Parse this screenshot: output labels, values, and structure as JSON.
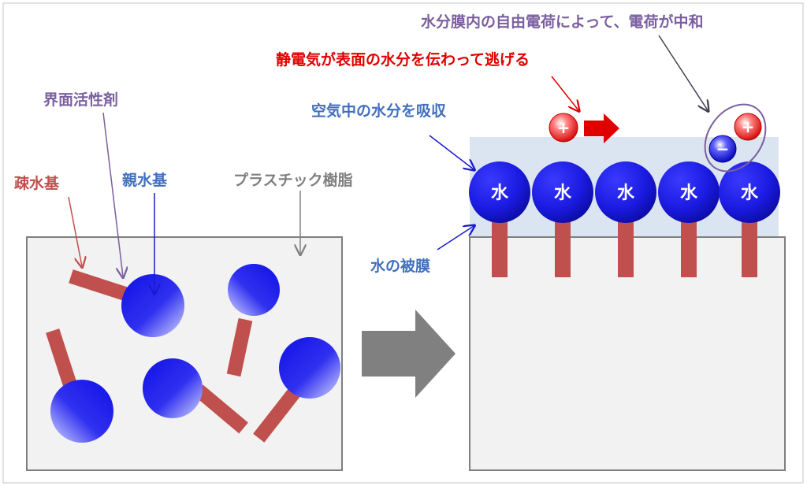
{
  "labels": {
    "surfactant": "界面活性剤",
    "hydrophobic": "疎水基",
    "hydrophilic": "親水基",
    "plastic_resin": "プラスチック樹脂",
    "absorb_moisture": "空気中の水分を吸収",
    "water_film": "水の被膜",
    "static_escapes": "静電気が表面の水分を伝わって逃げる",
    "neutralize": "水分膜内の自由電荷によって、電荷が中和"
  },
  "water_molecule_label": "水",
  "charges": {
    "positive": "+",
    "negative": "−"
  },
  "colors": {
    "surfactant_label": "#7b5fa0",
    "hydrophobic_label": "#c0504d",
    "hydrophilic_label": "#3f6fbd",
    "plastic_label": "#7f7f7f",
    "absorb_label": "#3f6fbd",
    "water_film_label": "#3f6fbd",
    "static_label": "#e00000",
    "neutralize_label": "#7b5fa0",
    "tail": "#c0504d",
    "head": "#1414e6",
    "resin_fill": "#f2f2f2",
    "resin_border": "#7f7f7f",
    "film_fill": "#dbe5f1",
    "arrow_gray": "#808080"
  },
  "icons": {
    "process_arrow": "right-arrow-icon",
    "flow_arrow": "red-right-arrow-icon"
  }
}
